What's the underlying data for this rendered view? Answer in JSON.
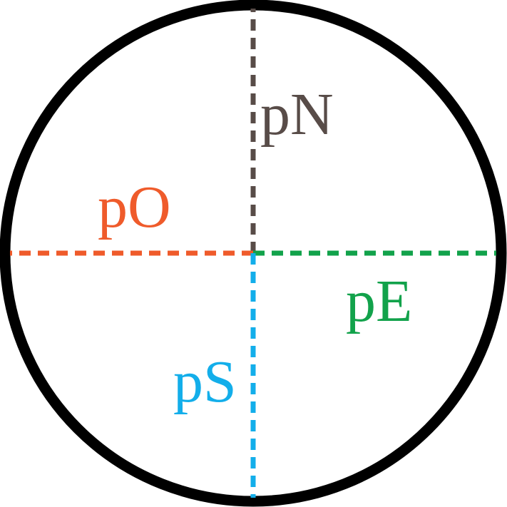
{
  "colors": {
    "circle": "#000000",
    "north": "#584c48",
    "west": "#ef5b2b",
    "east": "#12a24b",
    "south": "#13aeea",
    "background": "#ffffff"
  },
  "radii": {
    "north": {
      "label": "pN",
      "direction": "up"
    },
    "west": {
      "label": "pO",
      "direction": "left"
    },
    "east": {
      "label": "pE",
      "direction": "right"
    },
    "south": {
      "label": "pS",
      "direction": "down"
    }
  }
}
